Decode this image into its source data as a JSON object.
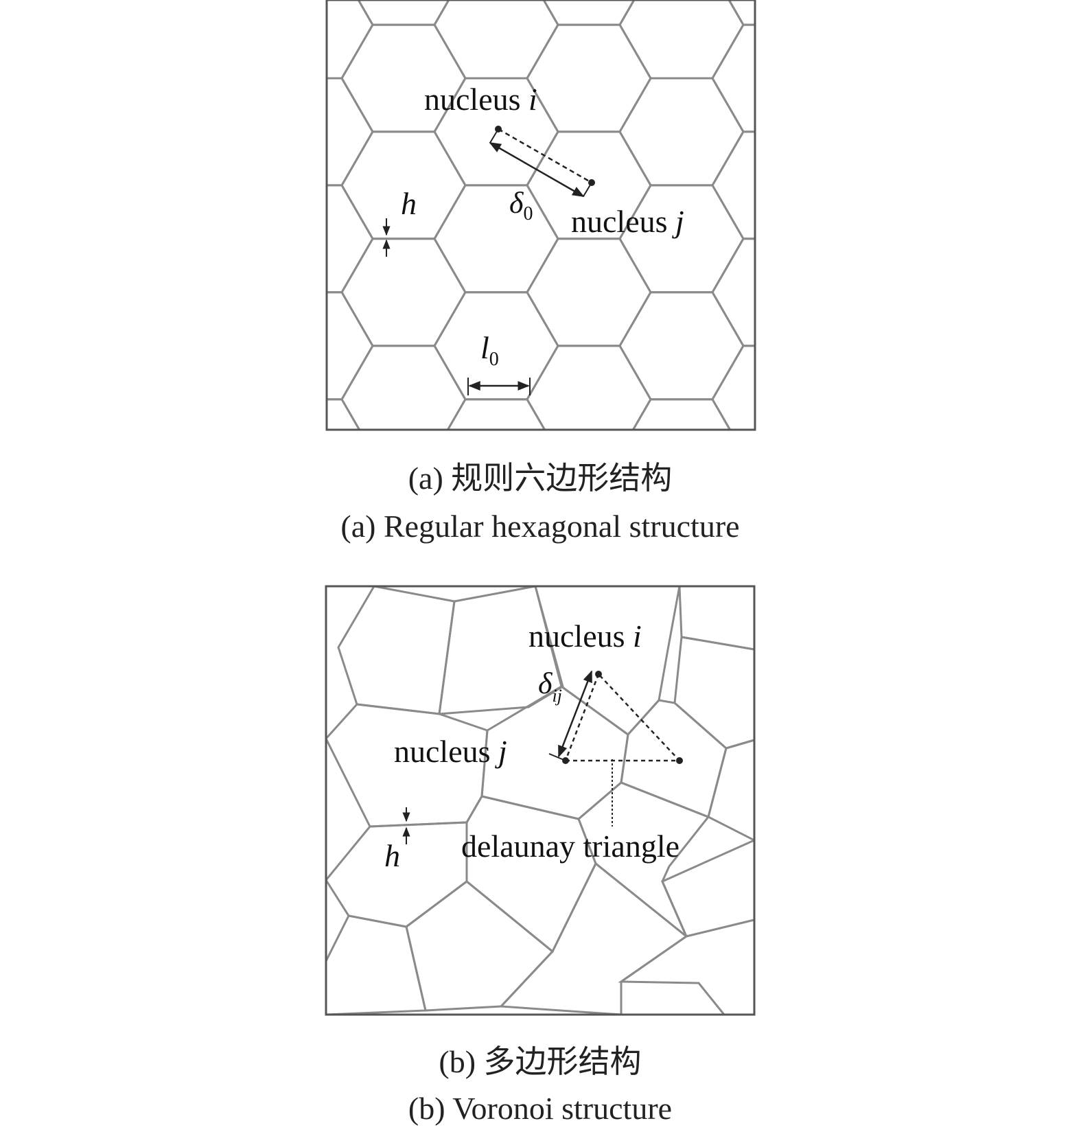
{
  "panel_a": {
    "labels": {
      "nucleus_i": "nucleus i",
      "nucleus_j": "nucleus j",
      "h": "h",
      "delta": "δ",
      "delta_sub": "0",
      "l": "l",
      "l_sub": "0"
    },
    "caption_zh": "(a) 规则六边形结构",
    "caption_en": "(a) Regular hexagonal structure"
  },
  "panel_b": {
    "labels": {
      "nucleus_i": "nucleus i",
      "nucleus_j": "nucleus j",
      "h": "h",
      "delta": "δ",
      "delta_sub": "ij",
      "delaunay": "delaunay triangle"
    },
    "caption_zh": "(b) 多边形结构",
    "caption_en": "(b) Voronoi structure"
  },
  "colors": {
    "cell_edge": "#8a8a8a",
    "frame": "#555555",
    "annotation": "#222222"
  }
}
